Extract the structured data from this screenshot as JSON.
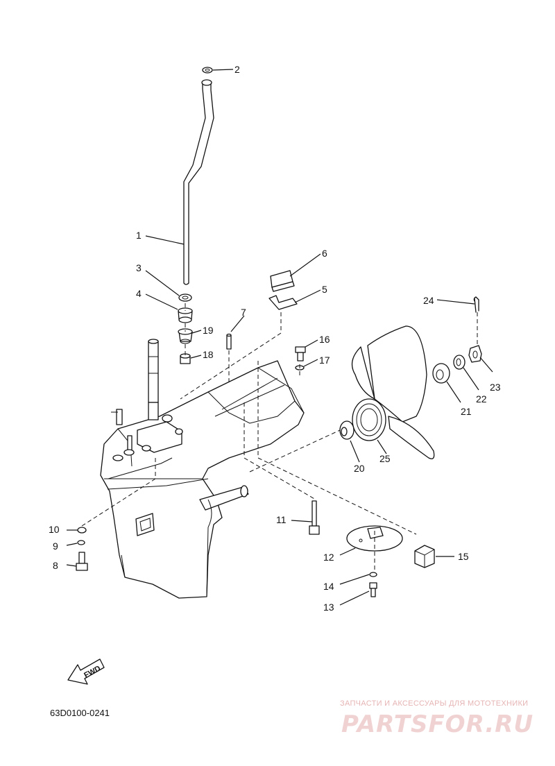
{
  "diagram": {
    "part_code": "63D0100-0241",
    "fwd_label": "FWD",
    "callouts": [
      "1",
      "2",
      "3",
      "4",
      "5",
      "6",
      "7",
      "8",
      "9",
      "10",
      "11",
      "12",
      "13",
      "14",
      "15",
      "16",
      "17",
      "18",
      "19",
      "20",
      "21",
      "22",
      "23",
      "24",
      "25"
    ]
  },
  "watermark": {
    "tagline": "ЗАПЧАСТИ И АКСЕССУАРЫ ДЛЯ МОТОТЕХНИКИ",
    "logo": "PARTSFOR.RU"
  }
}
